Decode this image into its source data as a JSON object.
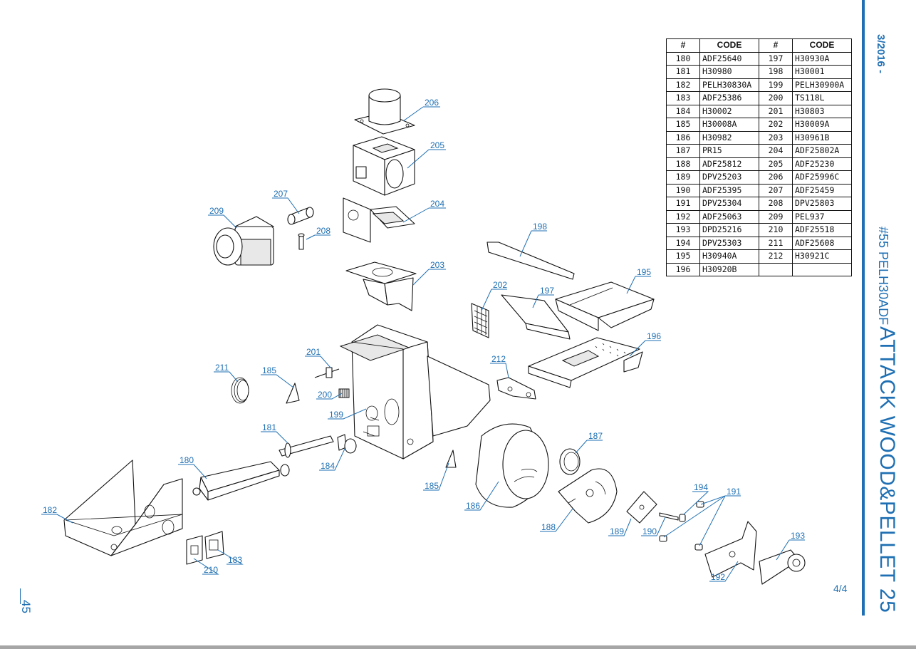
{
  "header": {
    "date": "3/2016 -",
    "model_code": "#55 PELH30ADF",
    "product_title": "ATTACK WOOD&PELLET 25"
  },
  "page": {
    "number": "45",
    "sheet": "4/4"
  },
  "table": {
    "headers": [
      "#",
      "CODE",
      "#",
      "CODE"
    ],
    "left": [
      [
        "180",
        "ADF25640"
      ],
      [
        "181",
        "H30980"
      ],
      [
        "182",
        "PELH30830A"
      ],
      [
        "183",
        "ADF25386"
      ],
      [
        "184",
        "H30002"
      ],
      [
        "185",
        "H30008A"
      ],
      [
        "186",
        "H30982"
      ],
      [
        "187",
        "PR15"
      ],
      [
        "188",
        "ADF25812"
      ],
      [
        "189",
        "DPV25203"
      ],
      [
        "190",
        "ADF25395"
      ],
      [
        "191",
        "DPV25304"
      ],
      [
        "192",
        "ADF25063"
      ],
      [
        "193",
        "DPD25216"
      ],
      [
        "194",
        "DPV25303"
      ],
      [
        "195",
        "H30940A"
      ],
      [
        "196",
        "H30920B"
      ]
    ],
    "right": [
      [
        "197",
        "H30930A"
      ],
      [
        "198",
        "H30001"
      ],
      [
        "199",
        "PELH30900A"
      ],
      [
        "200",
        "TS118L"
      ],
      [
        "201",
        "H30803"
      ],
      [
        "202",
        "H30009A"
      ],
      [
        "203",
        "H30961B"
      ],
      [
        "204",
        "ADF25802A"
      ],
      [
        "205",
        "ADF25230"
      ],
      [
        "206",
        "ADF25996C"
      ],
      [
        "207",
        "ADF25459"
      ],
      [
        "208",
        "DPV25803"
      ],
      [
        "209",
        "PEL937"
      ],
      [
        "210",
        "ADF25518"
      ],
      [
        "211",
        "ADF25608"
      ],
      [
        "212",
        "H30921C"
      ],
      [
        "",
        ""
      ]
    ]
  },
  "callouts": {
    "c206": "206",
    "c205": "205",
    "c207": "207",
    "c209": "209",
    "c204": "204",
    "c208": "208",
    "c198": "198",
    "c203": "203",
    "c195": "195",
    "c202": "202",
    "c197": "197",
    "c196": "196",
    "c201": "201",
    "c211": "211",
    "c185a": "185",
    "c212": "212",
    "c200": "200",
    "c199": "199",
    "c181": "181",
    "c187": "187",
    "c184": "184",
    "c180": "180",
    "c185b": "185",
    "c194": "194",
    "c191": "191",
    "c182": "182",
    "c186": "186",
    "c188": "188",
    "c189": "189",
    "c190": "190",
    "c193": "193",
    "c210": "210",
    "c183": "183",
    "c192": "192"
  },
  "colors": {
    "accent": "#1e6fb3",
    "line": "#111111"
  }
}
